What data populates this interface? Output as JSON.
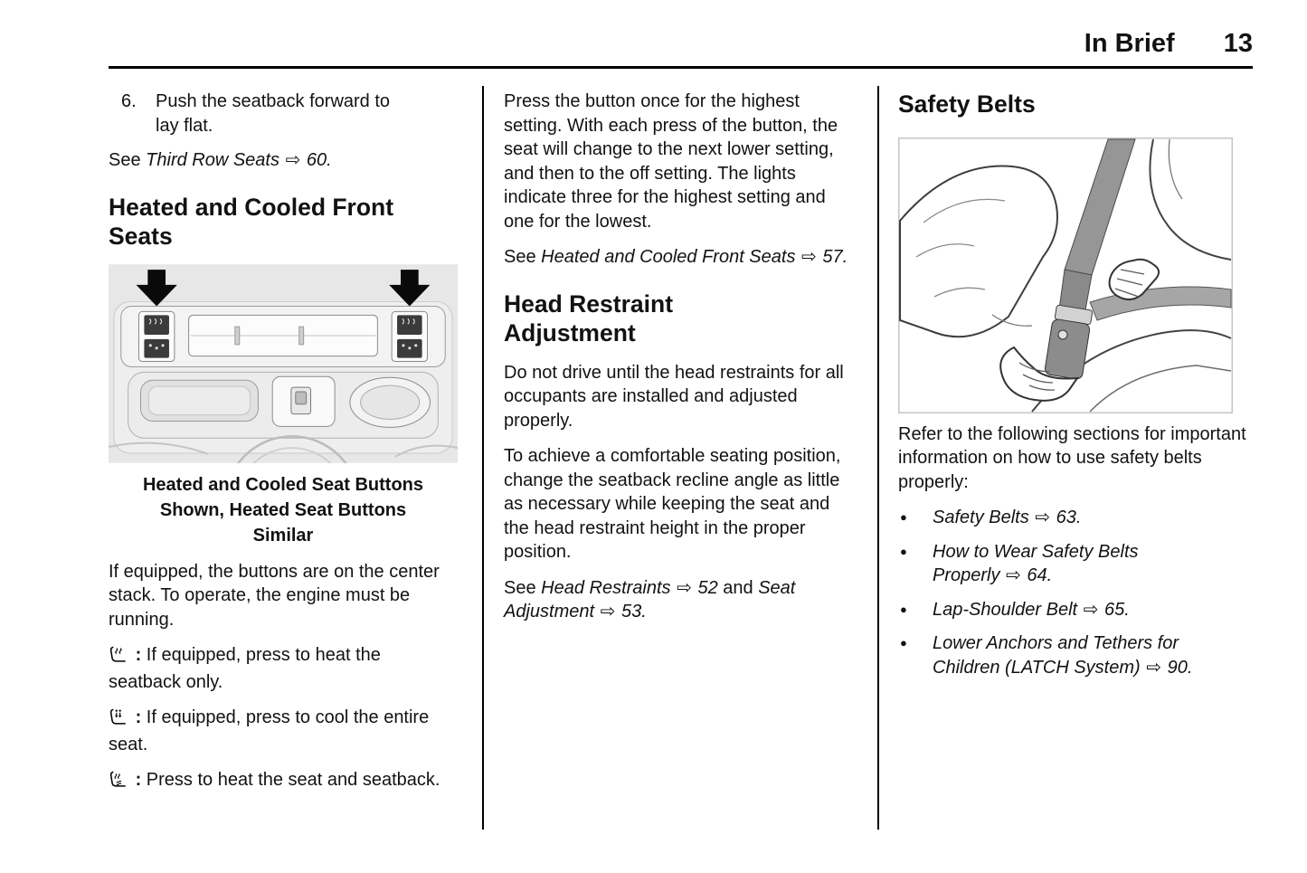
{
  "header": {
    "section_title": "In Brief",
    "page_number": "13"
  },
  "glyphs": {
    "ref_arrow": "⇨",
    "colon": ":"
  },
  "col1": {
    "step": {
      "number": "6.",
      "text": "Push the seatback forward to\nlay flat."
    },
    "see_third_row": {
      "see": "See",
      "link": "Third Row Seats",
      "page": "60."
    },
    "heading": "Heated and Cooled Front\nSeats",
    "figure_caption": "Heated and Cooled Seat Buttons\nShown, Heated Seat Buttons\nSimilar",
    "para1": "If equipped, the buttons are on the center stack. To operate, the engine must be running.",
    "icon_items": [
      {
        "icon": "heated-seatback-icon",
        "text": "If equipped, press to heat the seatback only."
      },
      {
        "icon": "cooled-seat-icon",
        "text": "If equipped, press to cool the entire seat."
      },
      {
        "icon": "heated-seat-icon",
        "text": "Press to heat the seat and seatback."
      }
    ]
  },
  "col2": {
    "para1": "Press the button once for the highest setting. With each press of the button, the seat will change to the next lower setting, and then to the off setting. The lights indicate three for the highest setting and one for the lowest.",
    "see_heated": {
      "see": "See",
      "link": "Heated and Cooled Front Seats",
      "page": "57."
    },
    "heading": "Head Restraint\nAdjustment",
    "para2": "Do not drive until the head restraints for all occupants are installed and adjusted properly.",
    "para3": "To achieve a comfortable seating position, change the seatback recline angle as little as necessary while keeping the seat and the head restraint height in the proper position.",
    "see_head": {
      "see": "See",
      "link1": "Head Restraints",
      "page1": "52",
      "and": "and",
      "link2": "Seat Adjustment",
      "page2": "53."
    }
  },
  "col3": {
    "heading": "Safety Belts",
    "para1": "Refer to the following sections for important information on how to use safety belts properly:",
    "bullets": [
      {
        "text": "Safety Belts",
        "page": "63."
      },
      {
        "text": "How to Wear Safety Belts\nProperly",
        "page": "64."
      },
      {
        "text": "Lap-Shoulder Belt",
        "page": "65."
      },
      {
        "text": "Lower Anchors and Tethers for\nChildren (LATCH System)",
        "page": "90."
      }
    ]
  }
}
